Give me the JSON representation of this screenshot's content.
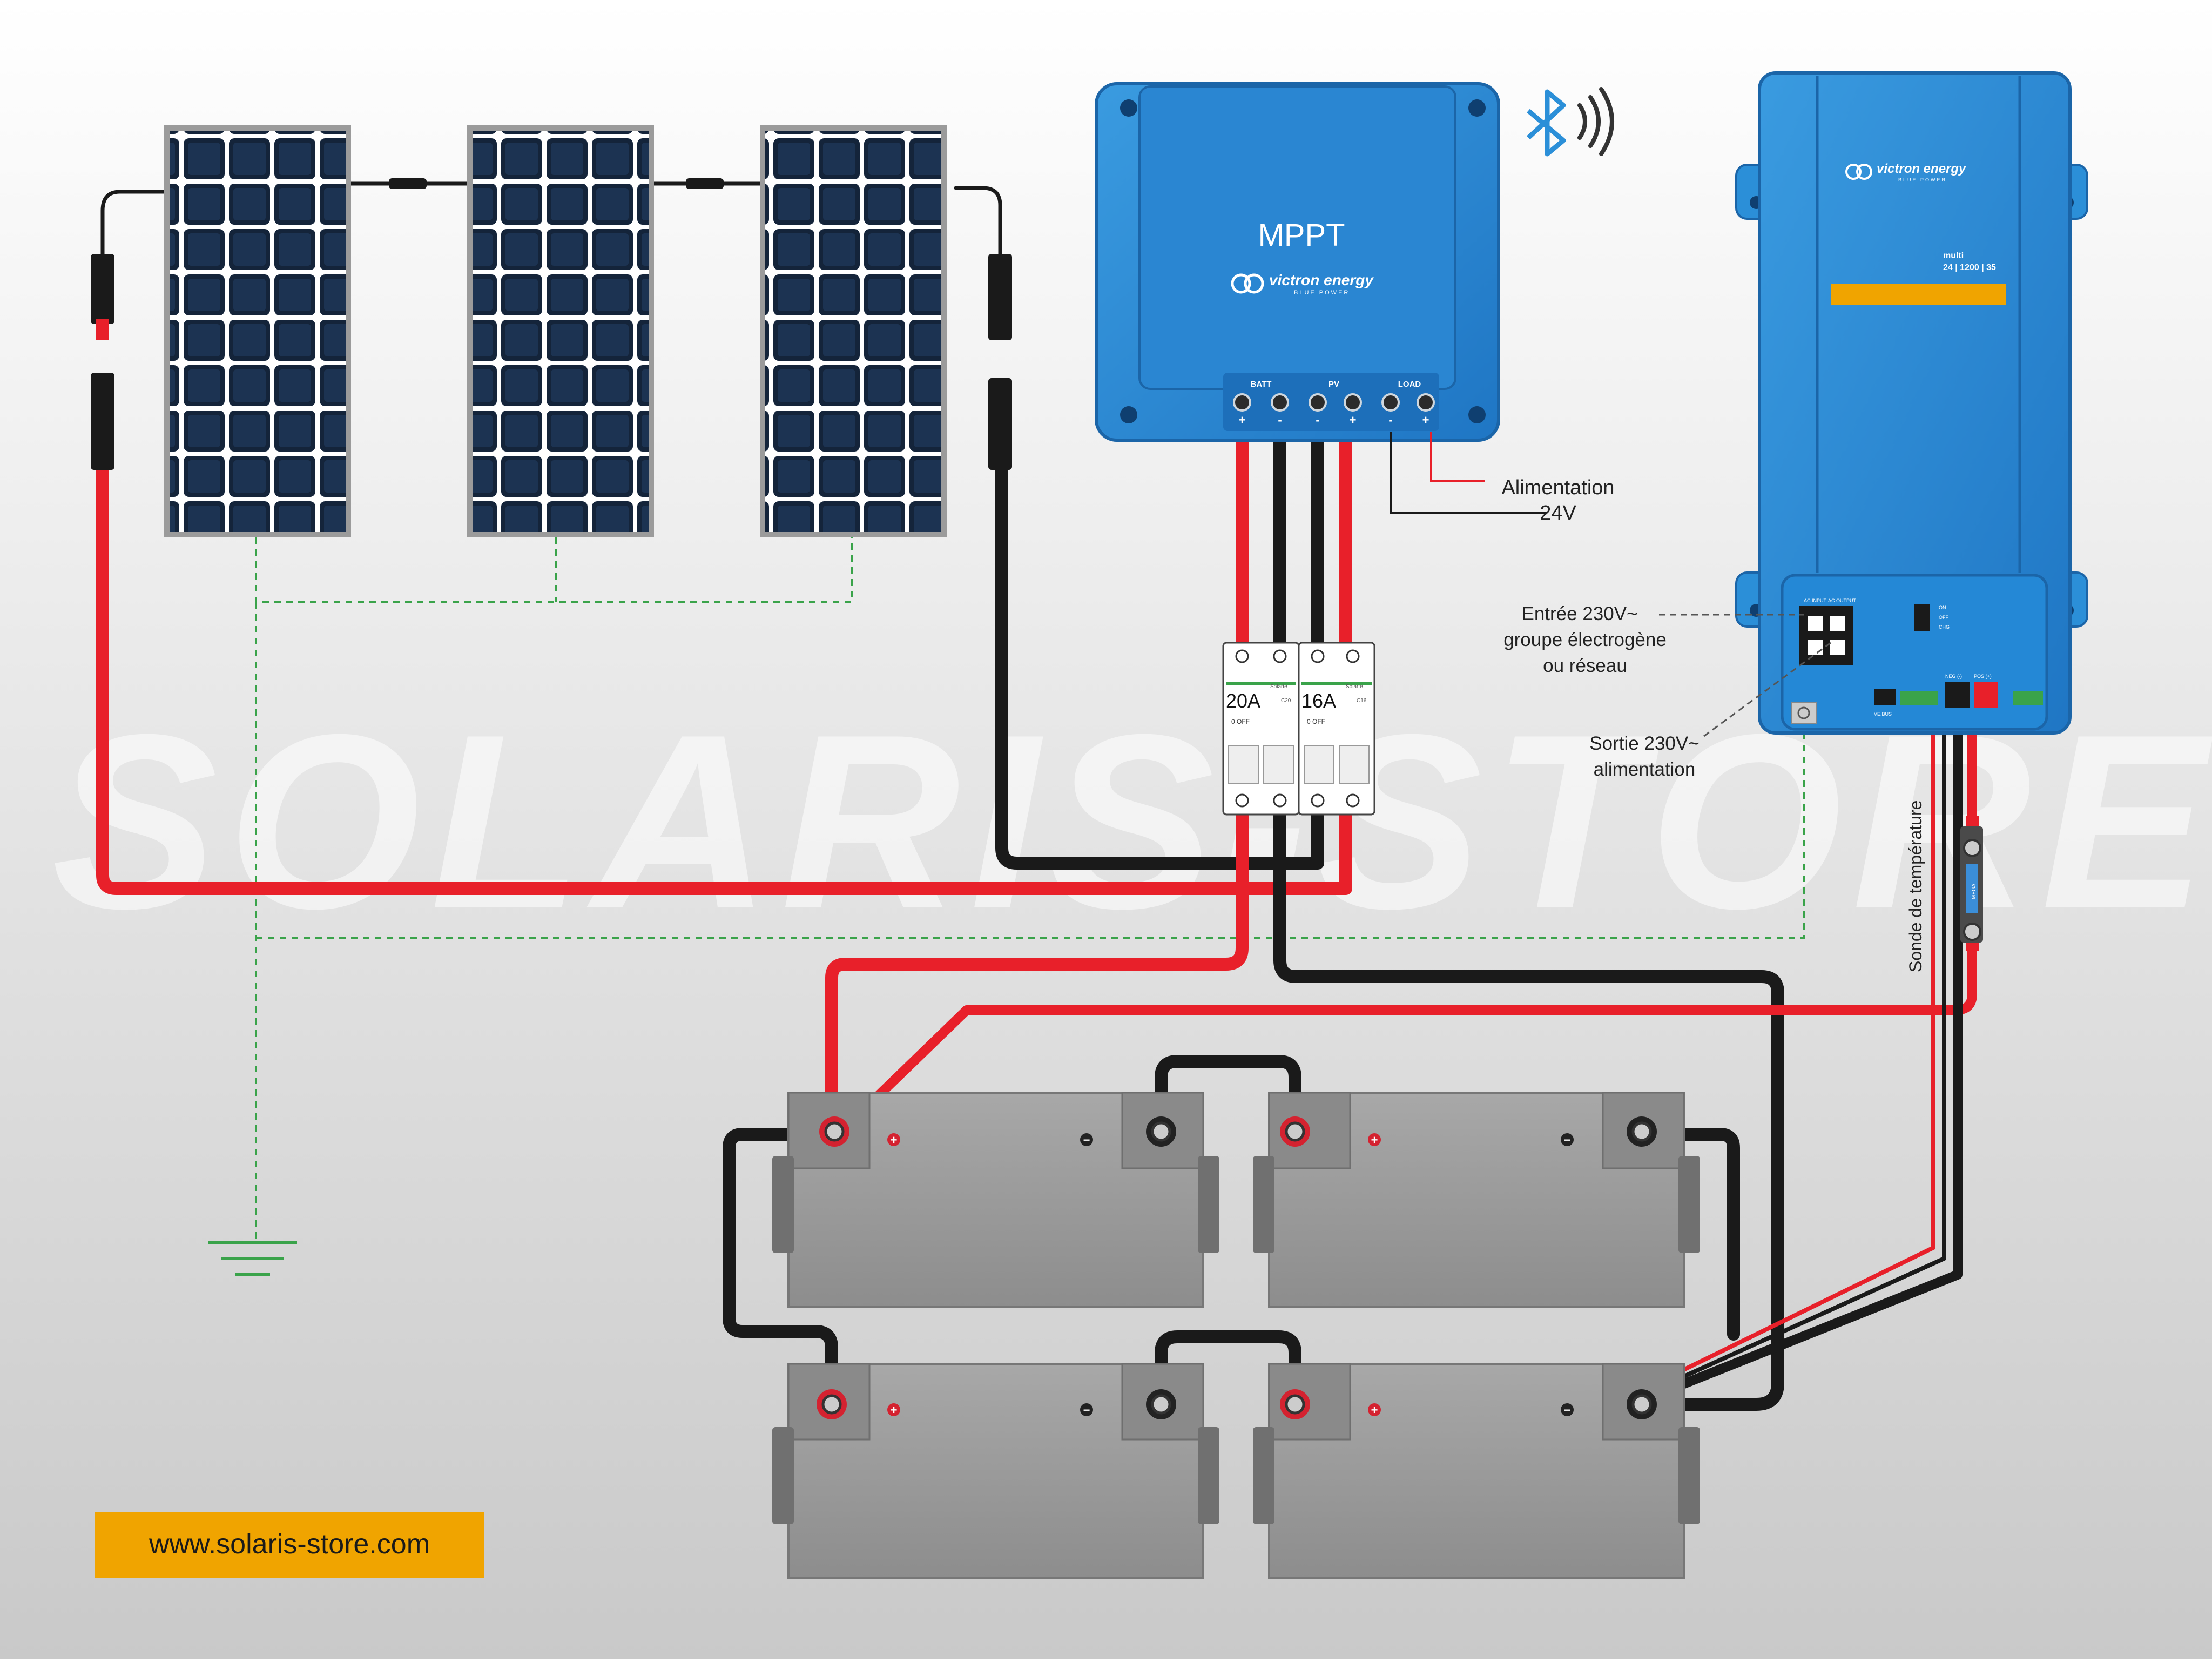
{
  "watermark": "SOLARIS-STORE",
  "website": "www.solaris-store.com",
  "mppt": {
    "title": "MPPT",
    "brand": "victron energy",
    "brand_sub": "BLUE POWER",
    "terminal_batt": "BATT",
    "terminal_pv": "PV",
    "terminal_load": "LOAD",
    "polarity": [
      "+",
      "-",
      "-",
      "+",
      "-",
      "+"
    ]
  },
  "inverter": {
    "brand": "victron energy",
    "brand_sub": "BLUE POWER",
    "model_line1": "multi",
    "model_line2": "24 | 1200 | 35",
    "ac_input": "AC INPUT",
    "ac_output": "AC OUTPUT",
    "switch_on": "ON",
    "switch_off": "OFF",
    "switch_charger": "CHG",
    "vebus": "VE.BUS",
    "neg": "NEG (-)",
    "pos": "POS (+)"
  },
  "breakers": [
    {
      "rating": "20A",
      "brand": "Solarte",
      "state": "0 OFF",
      "curve": "C20"
    },
    {
      "rating": "16A",
      "brand": "Solarte",
      "state": "0 OFF",
      "curve": "C16"
    }
  ],
  "fuse_label": "MEGA",
  "labels": {
    "alimentation_line1": "Alimentation",
    "alimentation_line2": "24V",
    "entree_line1": "Entrée 230V~",
    "entree_line2": "groupe électrogène",
    "entree_line3": "ou réseau",
    "sortie_line1": "Sortie 230V~",
    "sortie_line2": "alimentation",
    "sonde": "Sonde de température"
  },
  "battery_plus": "+",
  "battery_minus": "−",
  "colors": {
    "positive": "#e8202a",
    "negative": "#1a1a1a",
    "ground": "#3aa34a",
    "victron_blue": "#2b8fd8",
    "panel_cell": "#14243a",
    "battery_grey": "#9a9a9a",
    "orange": "#f0a400"
  }
}
